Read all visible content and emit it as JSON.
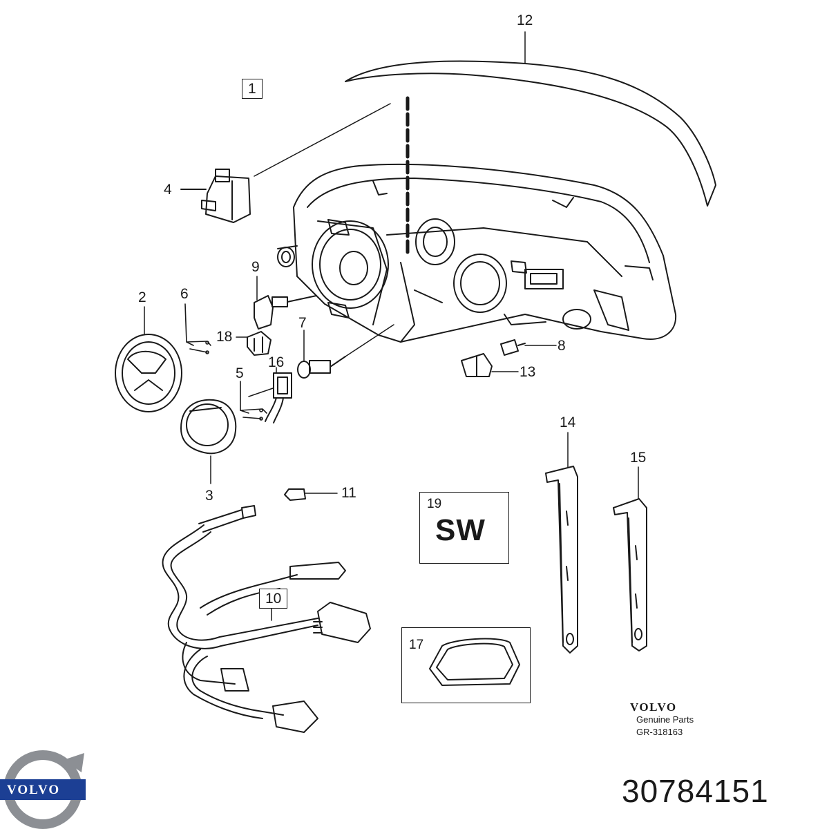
{
  "diagram": {
    "callouts": {
      "c1": "1",
      "c2": "2",
      "c3": "3",
      "c4": "4",
      "c5": "5",
      "c6": "6",
      "c7": "7",
      "c8": "8",
      "c9": "9",
      "c10": "10",
      "c11": "11",
      "c12": "12",
      "c13": "13",
      "c14": "14",
      "c15": "15",
      "c16": "16",
      "c17": "17",
      "c18": "18",
      "c19": "19"
    },
    "sw_label": "SW"
  },
  "branding": {
    "brand_name": "VOLVO",
    "genuine_parts": "Genuine Parts",
    "diagram_code": "GR-318163",
    "logo_text": "VOLVO"
  },
  "part_number": "30784151",
  "colors": {
    "line": "#1a1a1a",
    "logo_blue": "#1c3f94",
    "logo_silver": "#8c8f94"
  }
}
